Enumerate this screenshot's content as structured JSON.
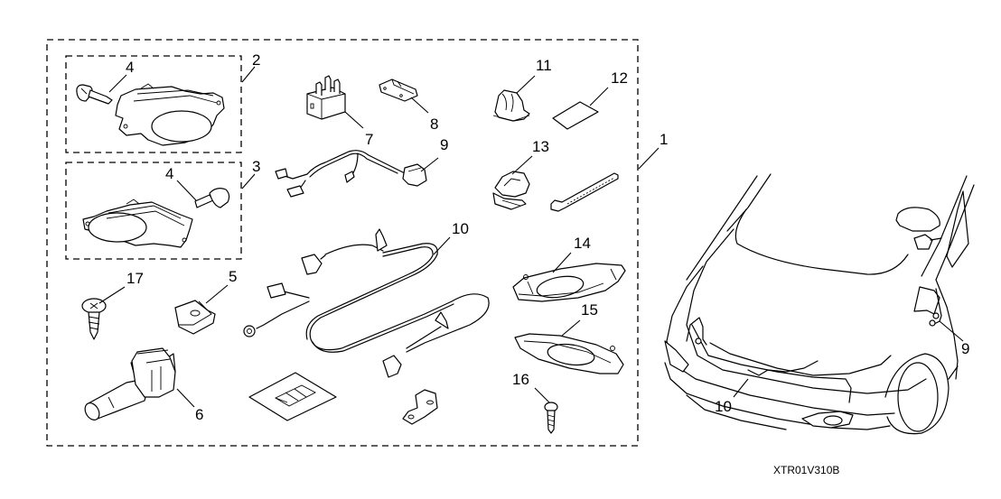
{
  "diagram": {
    "type": "parts-exploded-view",
    "drawing_code": "XTR01V310B",
    "callouts": {
      "kit": "1",
      "fog_light_left": "2",
      "fog_light_right": "3",
      "bulb_a": "4",
      "bulb_b": "4",
      "u_nut": "5",
      "switch": "6",
      "relay": "7",
      "fuse": "8",
      "sub_harness": "9",
      "main_harness": "10",
      "clip": "11",
      "pad": "12",
      "clamp": "13",
      "garnish_right": "14",
      "garnish_left": "15",
      "screw_16": "16",
      "screw_17": "17",
      "car_harness": "10",
      "car_sub_harness": "9"
    }
  }
}
